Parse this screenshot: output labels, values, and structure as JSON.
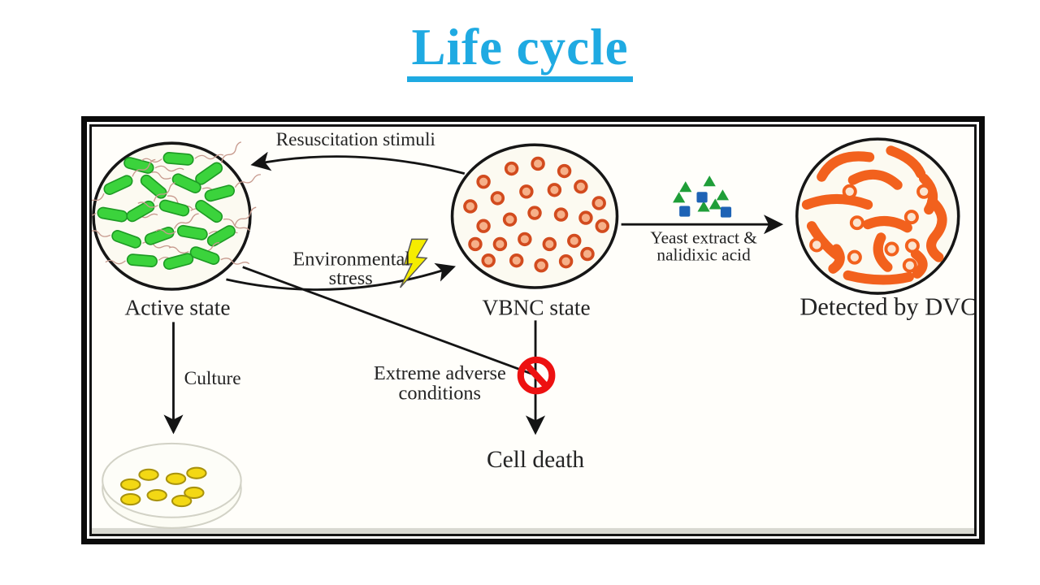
{
  "title": {
    "text": "Life cycle",
    "color": "#1faae2"
  },
  "diagram": {
    "labels": {
      "resuscitation": "Resuscitation stimuli",
      "environmental_1": "Environmental",
      "environmental_2": "stress",
      "active_state": "Active state",
      "vbnc_state": "VBNC state",
      "detected_by_dvc": "Detected by DVC",
      "yeast_1": "Yeast extract &",
      "yeast_2": "nalidixic acid",
      "culture": "Culture",
      "extreme_1": "Extreme adverse",
      "extreme_2": "conditions",
      "cell_death": "Cell death"
    },
    "colors": {
      "active_cell": "#3bd33c",
      "active_cell_stroke": "#1d9a24",
      "flagellum": "#c79a8e",
      "vbnc_cell_fill": "#f6b089",
      "vbnc_cell_ring": "#d24b1e",
      "dvc_cell": "#f2611d",
      "dvc_dot_fill": "#fbe4d0",
      "colony_fill": "#f3d814",
      "colony_stroke": "#a8920e",
      "triangle": "#1f9e38",
      "square": "#1e63b5",
      "lightning": "#f5ec00",
      "prohibition": "#ed1111",
      "circle_fill": "#fcfaf1",
      "circle_stroke": "#161616",
      "arrow": "#141414"
    },
    "counts": {
      "active_cells": 18,
      "vbnc_cells": 26,
      "dvc_rods": 12,
      "dvc_dots": 9,
      "colonies": 8,
      "triangles": 6,
      "squares": 3
    }
  }
}
